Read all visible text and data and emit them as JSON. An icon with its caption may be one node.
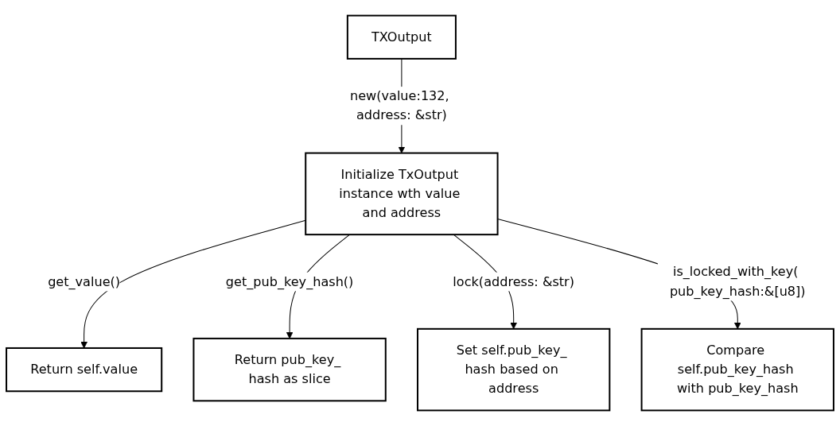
{
  "diagram": {
    "nodes": [
      {
        "text": [
          "TXOutput"
        ]
      },
      {
        "text": [
          "Initialize TxOutput instance wth value and address"
        ]
      },
      {
        "text": [
          "Return self.value"
        ]
      },
      {
        "text": [
          "Return pub_key_ hash as slice"
        ]
      },
      {
        "text": [
          "Set self.pub_key_ hash based on address"
        ]
      },
      {
        "text": [
          "Compare self.pub_key_hash with pub_key_hash"
        ]
      }
    ],
    "edges": [
      {
        "from": 0,
        "to": 1,
        "arrow": "to",
        "label": "new(value:132, address: &str)"
      },
      {
        "from": 1,
        "to": 2,
        "arrow": "to",
        "label": "get_value()"
      },
      {
        "from": 1,
        "to": 3,
        "arrow": "to",
        "label": "get_pub_key_hash()"
      },
      {
        "from": 1,
        "to": 4,
        "arrow": "to",
        "label": "lock(address: &str)"
      },
      {
        "from": 1,
        "to": 5,
        "arrow": "to",
        "label": "is_locked_with_key( pub_key_hash:&[u8])"
      }
    ]
  }
}
